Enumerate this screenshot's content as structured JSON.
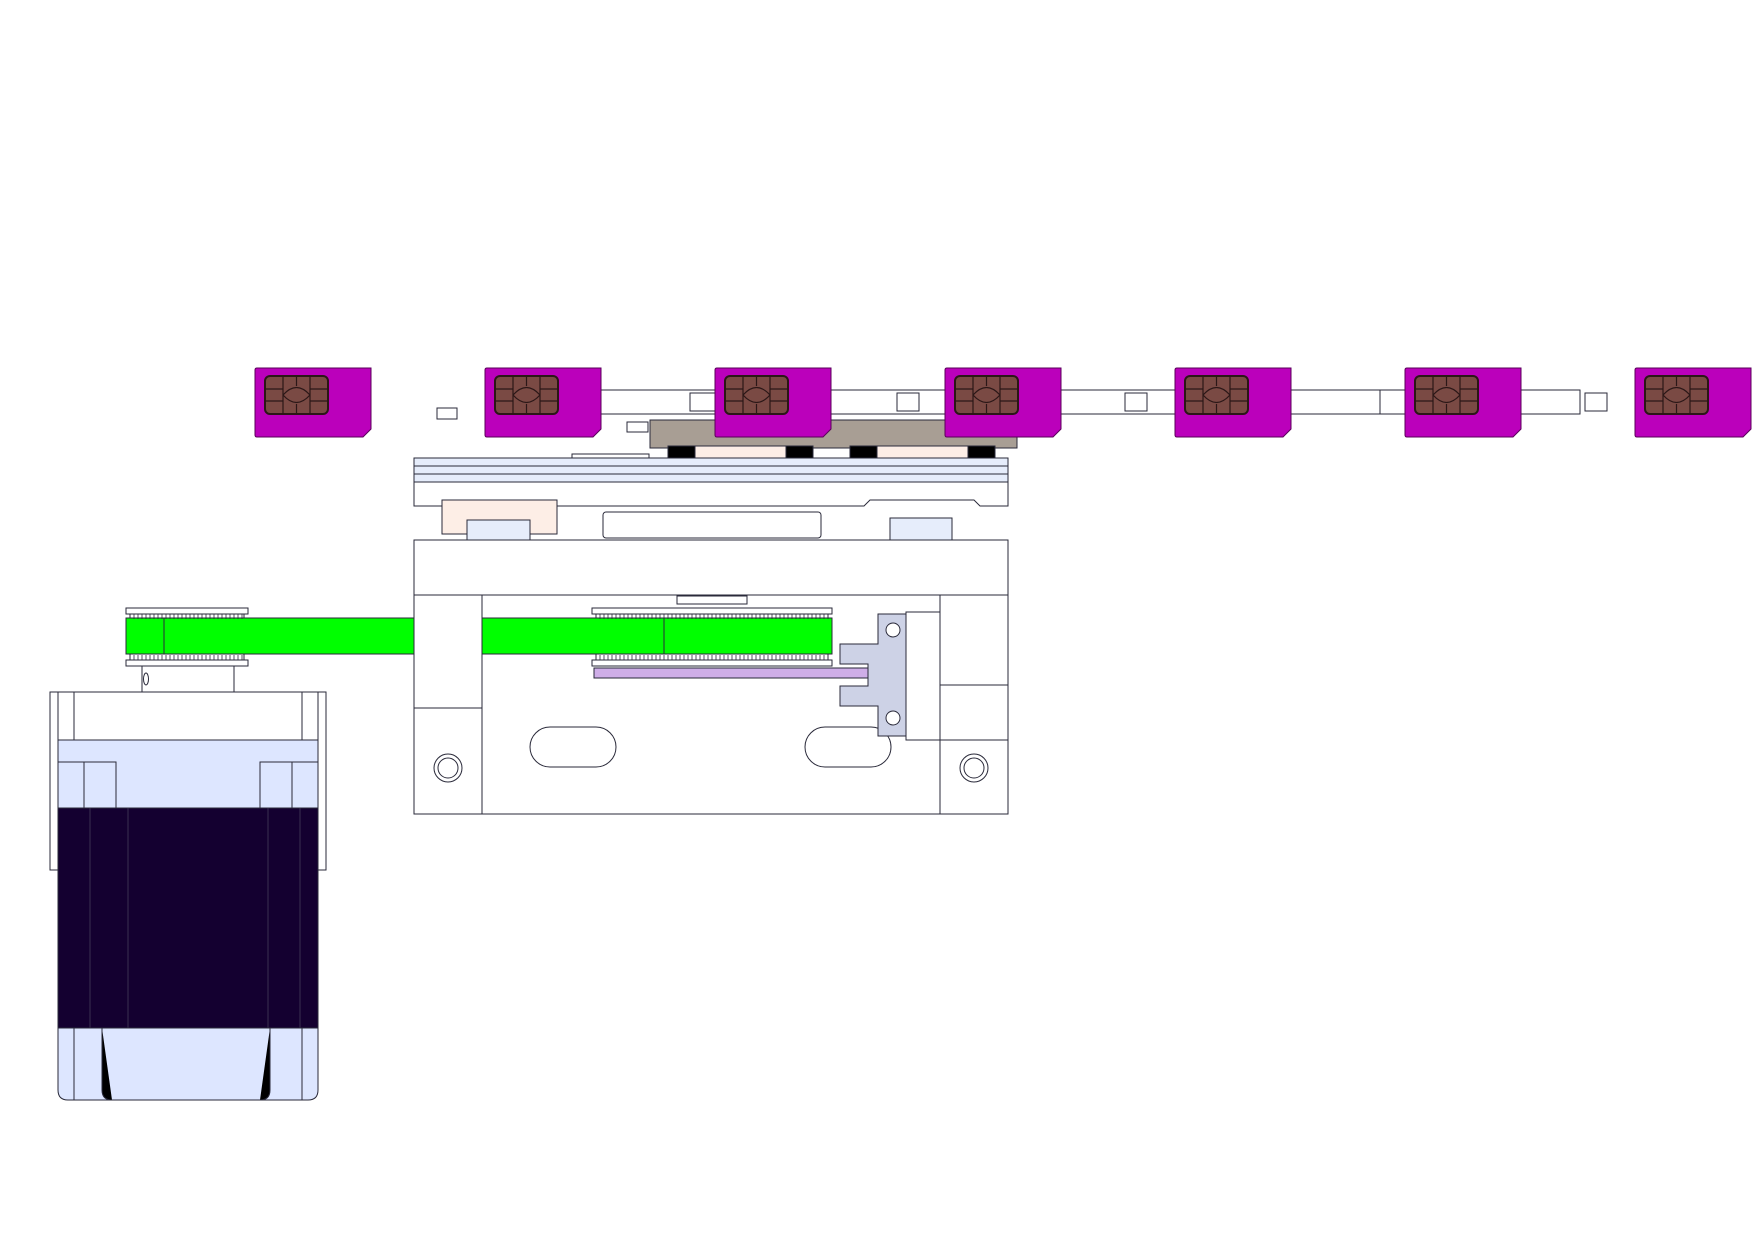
{
  "drawing": {
    "type": "cad-assembly-side-view",
    "colors": {
      "background": "#ffffff",
      "sim_card": "#bb00bb",
      "sim_chip": "#7a4a44",
      "sim_chip_outline": "#2b1717",
      "belt": "#00ff00",
      "motor_body": "#140030",
      "motor_cap": "#dde6ff",
      "frame_fill": "#ffffff",
      "rail_fill": "#e6edfb",
      "pad_fill": "#fdeee6",
      "carriage_fill": "#a89e94",
      "clamp_black": "#000000",
      "bracket_fill": "#cdd2e6",
      "lever_fill": "#cfaee8",
      "outline": "#2a2a3a"
    },
    "components": [
      {
        "id": "sim-card",
        "count": 7,
        "icon": "sim-card-icon"
      },
      {
        "id": "card-strip"
      },
      {
        "id": "carriage-clamp"
      },
      {
        "id": "linear-rail"
      },
      {
        "id": "frame-block"
      },
      {
        "id": "timing-belt"
      },
      {
        "id": "drive-pulley"
      },
      {
        "id": "idler-pulley"
      },
      {
        "id": "sensor-bracket"
      },
      {
        "id": "stepper-motor"
      }
    ]
  }
}
